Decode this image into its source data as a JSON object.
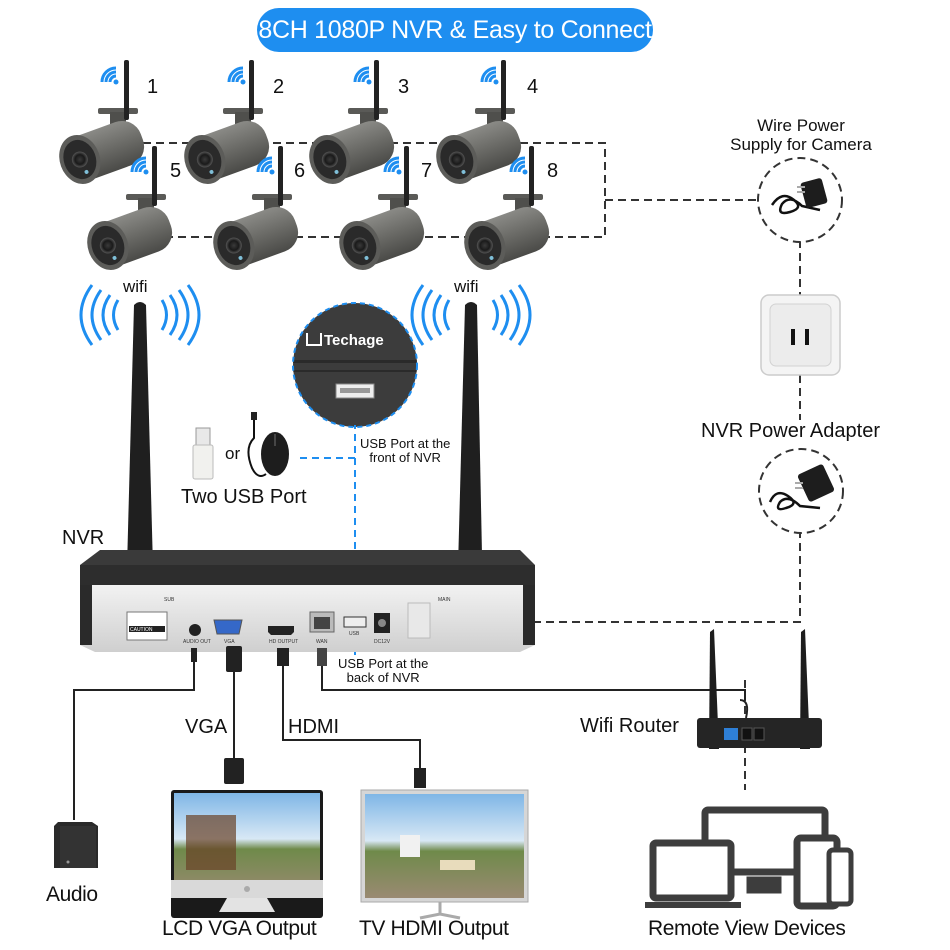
{
  "title": "8CH 1080P NVR & Easy to Connect",
  "colors": {
    "accent_blue": "#1e8ef0",
    "camera_gray": "#6e6e6a",
    "device_dark": "#2b2b2b",
    "nvr_silver": "#dcdcdc",
    "dash_line": "#333333"
  },
  "cameras": [
    {
      "number": "1"
    },
    {
      "number": "2"
    },
    {
      "number": "3"
    },
    {
      "number": "4"
    },
    {
      "number": "5"
    },
    {
      "number": "6"
    },
    {
      "number": "7"
    },
    {
      "number": "8"
    }
  ],
  "power": {
    "camera_supply_label_line1": "Wire Power",
    "camera_supply_label_line2": "Supply for Camera",
    "nvr_adapter_label": "NVR Power Adapter"
  },
  "wifi_labels": {
    "left": "wifi",
    "right": "wifi"
  },
  "brand": "Techage",
  "usb": {
    "front_label_line1": "USB Port at the",
    "front_label_line2": "front of NVR",
    "back_label_line1": "USB Port at the",
    "back_label_line2": "back of NVR",
    "or_text": "or",
    "two_usb_label": "Two USB Port"
  },
  "nvr": {
    "label": "NVR",
    "ports": [
      "AUDIO OUT",
      "VGA",
      "HD OUTPUT",
      "WAN",
      "USB",
      "DC12V"
    ],
    "antenna_sub": "SUB",
    "antenna_main": "MAIN",
    "caution": "CAUTION"
  },
  "cables": {
    "vga": "VGA",
    "hdmi": "HDMI"
  },
  "router_label": "Wifi Router",
  "outputs": {
    "audio": "Audio",
    "lcd_vga": "LCD VGA Output",
    "tv_hdmi": "TV HDMI Output",
    "remote": "Remote View Devices"
  }
}
